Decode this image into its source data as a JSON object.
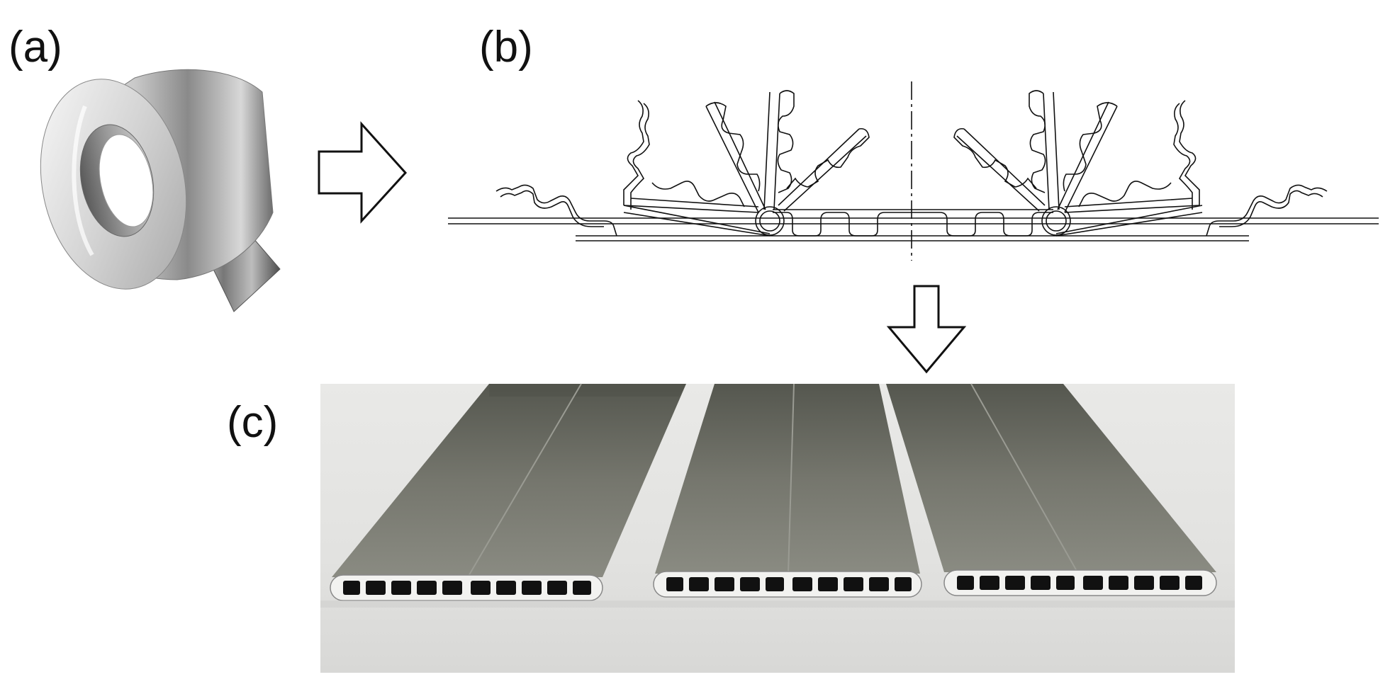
{
  "figure": {
    "panels": [
      {
        "id": "a",
        "label": "(a)",
        "content": "aluminum-strip-coil"
      },
      {
        "id": "b",
        "label": "(b)",
        "content": "roll-forming-flower-pattern"
      },
      {
        "id": "c",
        "label": "(c)",
        "content": "folded-multiport-flat-tubes"
      }
    ],
    "arrows": [
      "right-arrow-icon",
      "down-arrow-icon"
    ],
    "colors": {
      "line": "#111111",
      "metal_light": "#e6e6e6",
      "metal_dark": "#4a4c4a",
      "tube_surface": "#6b6c64",
      "photo_background": "#e4e4e2"
    }
  }
}
